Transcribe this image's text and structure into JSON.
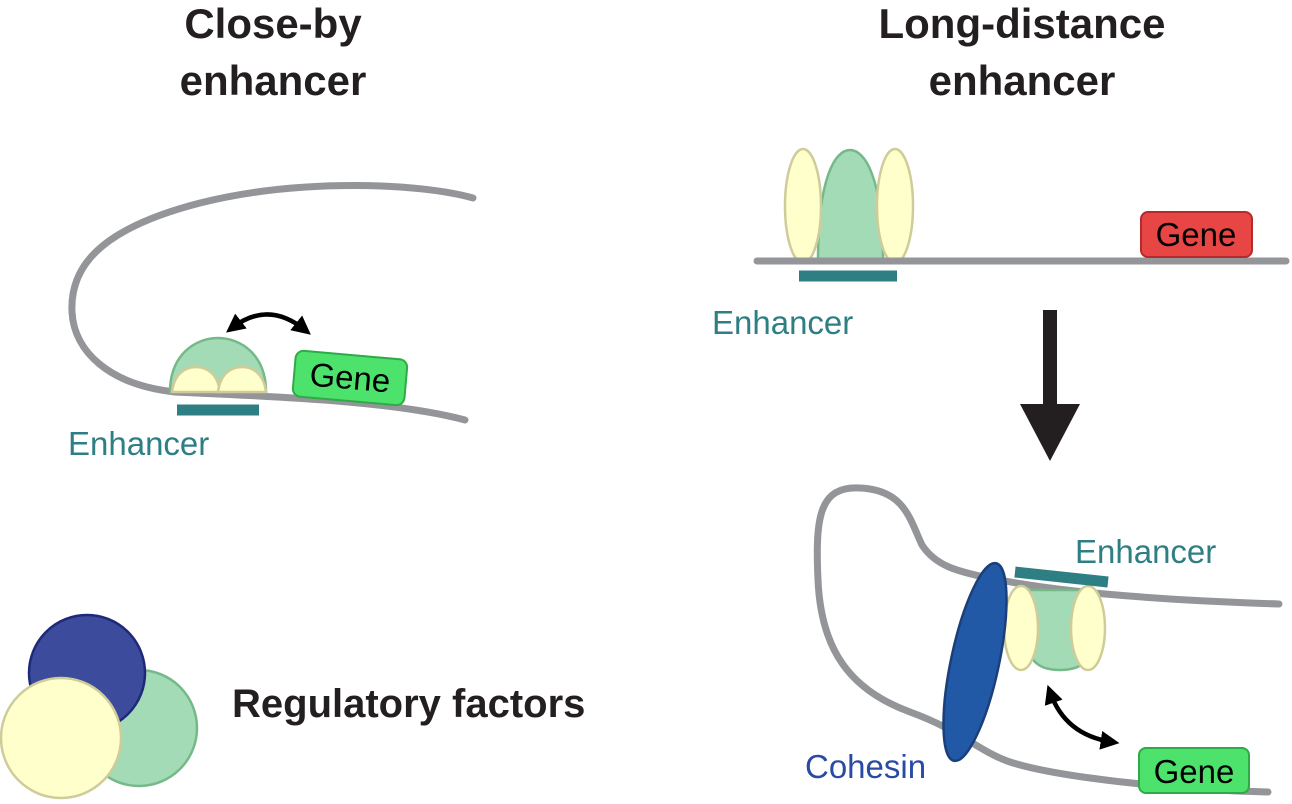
{
  "panels": {
    "close_by": {
      "title_line1": "Close-by",
      "title_line2": "enhancer",
      "enhancer_label": "Enhancer",
      "gene_label": "Gene"
    },
    "long_distance": {
      "title_line1": "Long-distance",
      "title_line2": "enhancer",
      "before": {
        "enhancer_label": "Enhancer",
        "gene_label": "Gene"
      },
      "after": {
        "enhancer_label": "Enhancer",
        "gene_label": "Gene",
        "cohesin_label": "Cohesin"
      }
    }
  },
  "legend": {
    "label": "Regulatory factors"
  },
  "colors": {
    "dna": "#939598",
    "enhancer": "#2e7f84",
    "gene_active": "#4ce26b",
    "gene_inactive": "#e84545",
    "factor_green": "#a3dbb7",
    "factor_yellow": "#ffffcc",
    "factor_blue": "#3c4b9c",
    "cohesin": "#2259a6",
    "text": "#231f20"
  }
}
